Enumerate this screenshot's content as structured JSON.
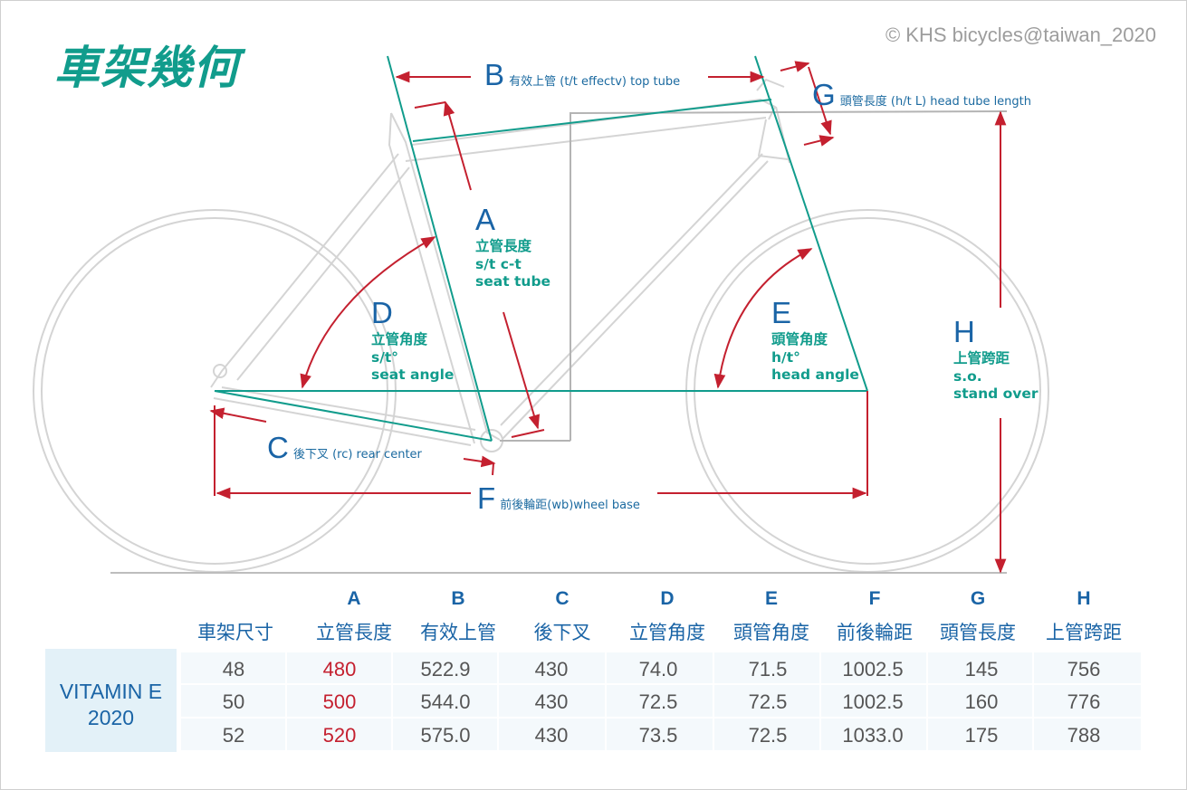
{
  "title": "車架幾何",
  "copyright": "© KHS bicycles@taiwan_2020",
  "colors": {
    "teal": "#119c8c",
    "blue": "#1a64a6",
    "red": "#c4202f",
    "grey": "#b4b4b4",
    "frame": "#d2d2d2"
  },
  "labels": {
    "A": {
      "letter": "A",
      "lines": [
        "立管長度",
        "s/t c-t",
        "seat tube"
      ]
    },
    "B": {
      "letter": "B",
      "text": "有效上管 (t/t effectv) top tube"
    },
    "C": {
      "letter": "C",
      "text": "後下叉 (rc) rear  center"
    },
    "D": {
      "letter": "D",
      "lines": [
        "立管角度",
        "s/t°",
        "seat angle"
      ]
    },
    "E": {
      "letter": "E",
      "lines": [
        "頭管角度",
        "h/t°",
        "head angle"
      ]
    },
    "F": {
      "letter": "F",
      "text": "前後輪距(wb)wheel base"
    },
    "G": {
      "letter": "G",
      "text": "頭管長度 (h/t L) head tube length"
    },
    "H": {
      "letter": "H",
      "lines": [
        "上管跨距",
        "s.o.",
        "stand over"
      ]
    }
  },
  "table": {
    "headers": [
      {
        "letter": "",
        "name": "車架尺寸"
      },
      {
        "letter": "A",
        "name": "立管長度"
      },
      {
        "letter": "B",
        "name": "有效上管"
      },
      {
        "letter": "C",
        "name": "後下叉"
      },
      {
        "letter": "D",
        "name": "立管角度"
      },
      {
        "letter": "E",
        "name": "頭管角度"
      },
      {
        "letter": "F",
        "name": "前後輪距"
      },
      {
        "letter": "G",
        "name": "頭管長度"
      },
      {
        "letter": "H",
        "name": "上管跨距"
      }
    ],
    "model": [
      "VITAMIN E",
      "2020"
    ],
    "rows": [
      [
        "48",
        "480",
        "522.9",
        "430",
        "74.0",
        "71.5",
        "1002.5",
        "145",
        "756"
      ],
      [
        "50",
        "500",
        "544.0",
        "430",
        "72.5",
        "72.5",
        "1002.5",
        "160",
        "776"
      ],
      [
        "52",
        "520",
        "575.0",
        "430",
        "73.5",
        "72.5",
        "1033.0",
        "175",
        "788"
      ]
    ]
  }
}
